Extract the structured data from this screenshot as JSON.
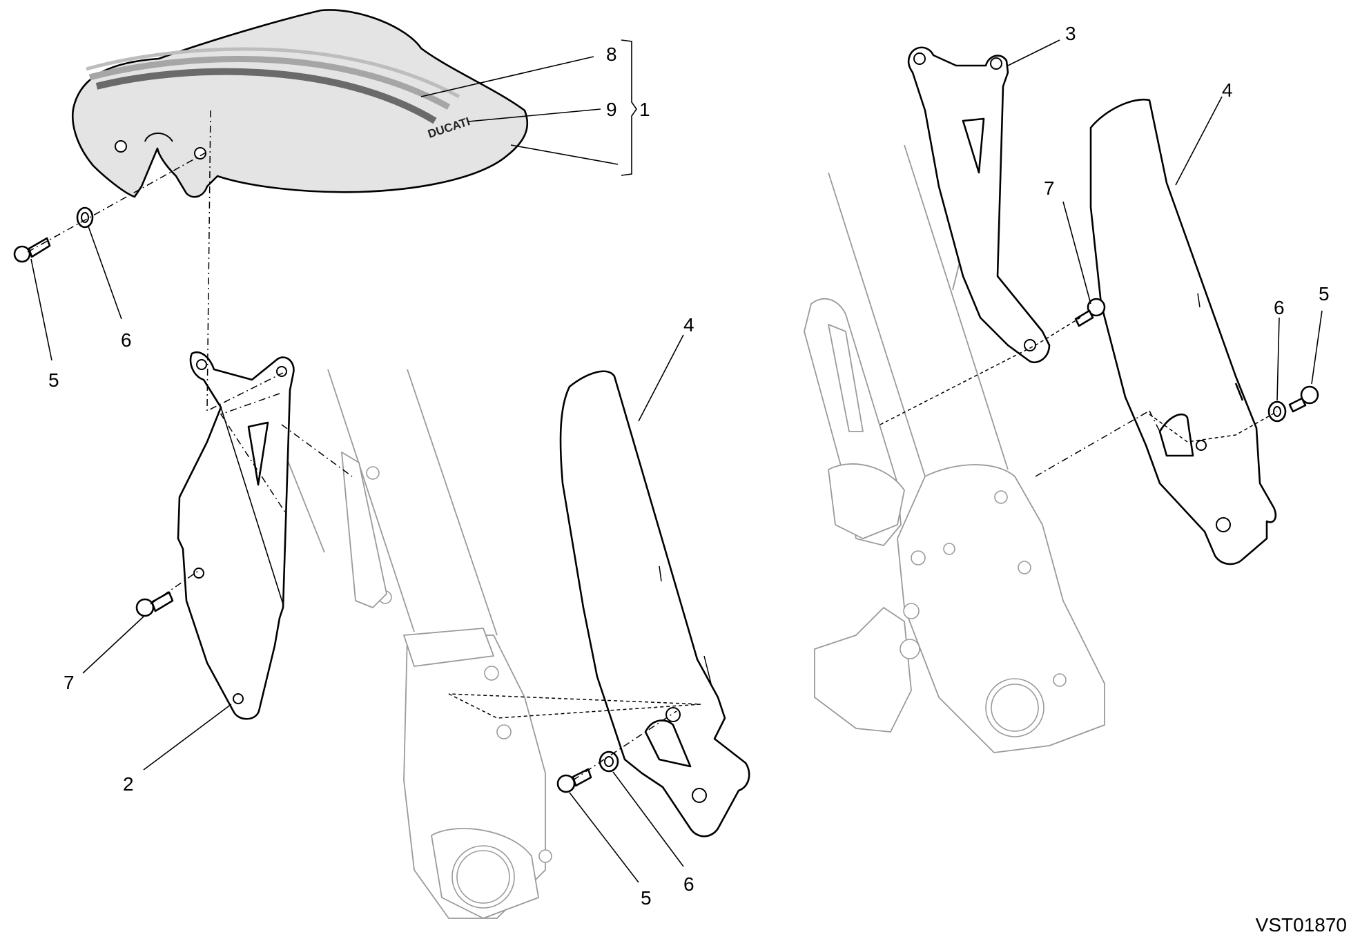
{
  "diagram": {
    "callouts": {
      "c1": "1",
      "c8": "8",
      "c9": "9",
      "c5a": "5",
      "c6a": "6",
      "c7a": "7",
      "c2": "2",
      "c4a": "4",
      "c5b": "5",
      "c6b": "6",
      "c3": "3",
      "c7b": "7",
      "c4b": "4",
      "c6c": "6",
      "c5c": "5"
    },
    "decal_text": "DUCATI",
    "reference_code": "VST01870"
  },
  "colors": {
    "stripe_light": "#a6a6a6",
    "stripe_dark": "#6a6a6a",
    "fender_fill": "#e4e4e4",
    "ghost_outline": "#9a9a9a"
  }
}
